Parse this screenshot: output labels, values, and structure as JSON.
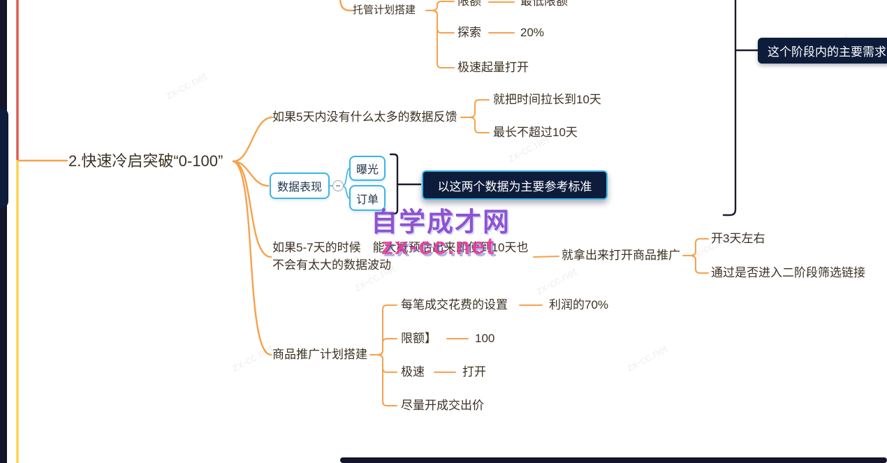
{
  "colors": {
    "orange": "#f7a14b",
    "yellow": "#ffd04a",
    "red": "#e25749",
    "navy": "#0e1c3c",
    "ink": "#1b1b2f",
    "blue": "#38b6e9",
    "text": "#3d3123",
    "wm-purple": "#8440d0",
    "wm-pink": "#e8399a"
  },
  "main_topic": {
    "label": "2.快速冷启突破“0-100”"
  },
  "hosting": {
    "label": "托管计划搭建",
    "rows": [
      {
        "label": "限额",
        "value": "最低限额"
      },
      {
        "label": "探索",
        "value": "20%"
      },
      {
        "label": "极速起量打开",
        "value": ""
      }
    ]
  },
  "feedback": {
    "label": "如果5天内没有什么太多的数据反馈",
    "rows": [
      "就把时间拉长到10天",
      "最长不超过10天"
    ]
  },
  "data_perf": {
    "label": "数据表现",
    "collapse_glyph": "−",
    "children": [
      "曝光",
      "订单"
    ],
    "summary": "以这两个数据为主要参考标准"
  },
  "estimate": {
    "line1": "如果5-7天的时候　能大概预估出来即使到10天也",
    "line2": "不会有太大的数据波动",
    "action": "就拿出来打开商品推广",
    "rows": [
      "开3天左右",
      "通过是否进入二阶段筛选链接"
    ]
  },
  "promotion": {
    "label": "商品推广计划搭建",
    "rows": [
      {
        "label": "每笔成交花费的设置",
        "value": "利润的70%"
      },
      {
        "label": "限额】",
        "value": "100"
      },
      {
        "label": "极速",
        "value": "打开"
      },
      {
        "label": "尽量开成交出价",
        "value": ""
      }
    ]
  },
  "stage_summary": {
    "label": "这个阶段内的主要需求"
  },
  "watermark": {
    "title": "自学成才网",
    "site": "zx-cc.net"
  }
}
